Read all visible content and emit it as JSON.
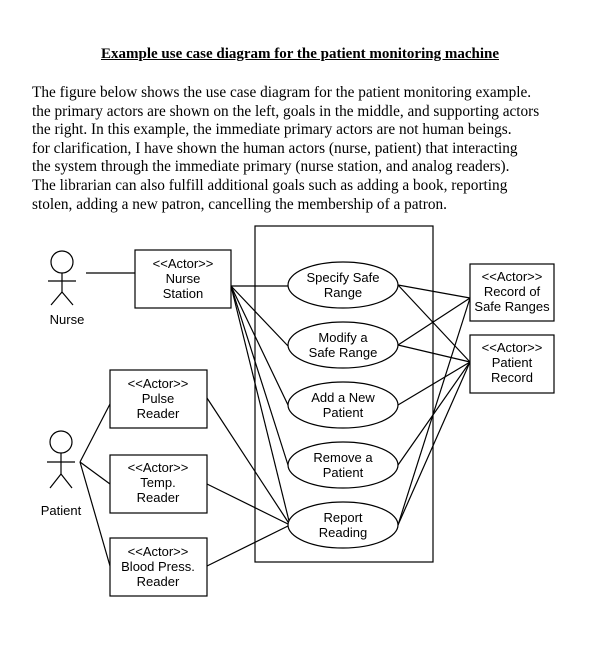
{
  "title": "Example use case diagram for the patient monitoring machine",
  "paragraph": [
    "The figure below shows the use case diagram for the patient monitoring example.",
    "the primary actors are shown on the left, goals in the middle, and supporting actors",
    "the right. In this example, the immediate primary actors are not human beings.",
    " for clarification, I have shown the human actors (nurse, patient) that interacting",
    " the system through the immediate primary (nurse station, and analog readers).",
    "The librarian can also fulfill additional goals such as adding a book, reporting",
    "stolen, adding a new patron, cancelling the membership of a patron."
  ],
  "diagram": {
    "human_actors": [
      {
        "id": "nurse",
        "label": "Nurse"
      },
      {
        "id": "patient",
        "label": "Patient"
      }
    ],
    "left_actors": [
      {
        "id": "nurse_station",
        "lines": [
          "<<Actor>>",
          "Nurse",
          "Station"
        ]
      },
      {
        "id": "pulse_reader",
        "lines": [
          "<<Actor>>",
          "Pulse",
          "Reader"
        ]
      },
      {
        "id": "temp_reader",
        "lines": [
          "<<Actor>>",
          "Temp.",
          "Reader"
        ]
      },
      {
        "id": "bp_reader",
        "lines": [
          "<<Actor>>",
          "Blood Press.",
          "Reader"
        ]
      }
    ],
    "use_cases": [
      {
        "id": "specify",
        "lines": [
          "Specify Safe",
          "Range"
        ]
      },
      {
        "id": "modify",
        "lines": [
          "Modify a",
          "Safe Range"
        ]
      },
      {
        "id": "add",
        "lines": [
          "Add a New",
          "Patient"
        ]
      },
      {
        "id": "remove",
        "lines": [
          "Remove a",
          "Patient"
        ]
      },
      {
        "id": "report",
        "lines": [
          "Report",
          "Reading"
        ]
      }
    ],
    "right_actors": [
      {
        "id": "record_safe",
        "lines": [
          "<<Actor>>",
          "Record of",
          "Safe Ranges"
        ]
      },
      {
        "id": "patient_record",
        "lines": [
          "<<Actor>>",
          "Patient",
          "Record"
        ]
      }
    ]
  }
}
